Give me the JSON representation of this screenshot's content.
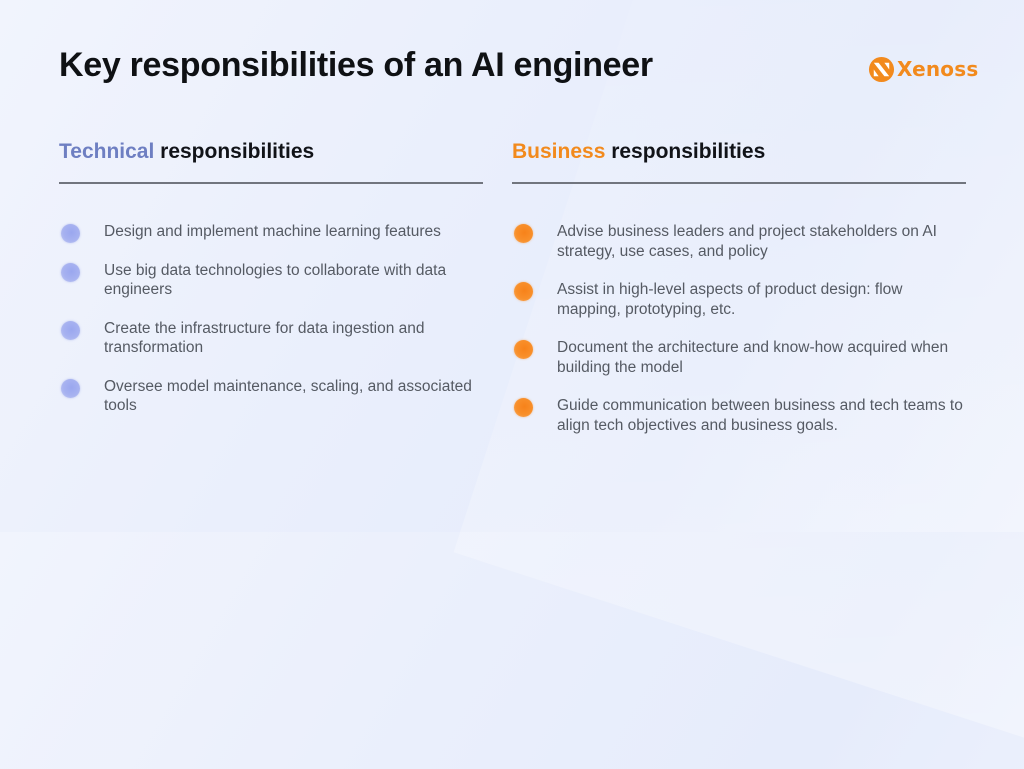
{
  "title": "Key responsibilities of an AI engineer",
  "brand": {
    "name": "Xenoss",
    "logo_icon": "xenoss-logo-icon",
    "color": "#f28a1d"
  },
  "technical": {
    "heading_accent": "Technical",
    "heading_rest": " responsibilities",
    "accent_color": "#6e7fc2",
    "bullet_icon": "blue-circle-bullet",
    "items": [
      {
        "text": "Design and implement machine learning features"
      },
      {
        "text": "Use big data technologies to collaborate with data engineers"
      },
      {
        "text": "Create the infrastructure for data ingestion and transformation"
      },
      {
        "text": "Oversee model maintenance, scaling, and associated tools"
      }
    ]
  },
  "business": {
    "heading_accent": "Business",
    "heading_rest": " responsibilities",
    "accent_color": "#f28a1d",
    "bullet_icon": "orange-circle-bullet",
    "items": [
      {
        "text": "Advise business leaders and project stakeholders on AI strategy, use cases, and policy"
      },
      {
        "text": "Assist in high-level aspects of product design: flow mapping, prototyping, etc."
      },
      {
        "text": "Document the architecture and know-how acquired when building the model"
      },
      {
        "text": "Guide communication between business and tech teams to align tech objectives and business goals."
      }
    ]
  }
}
